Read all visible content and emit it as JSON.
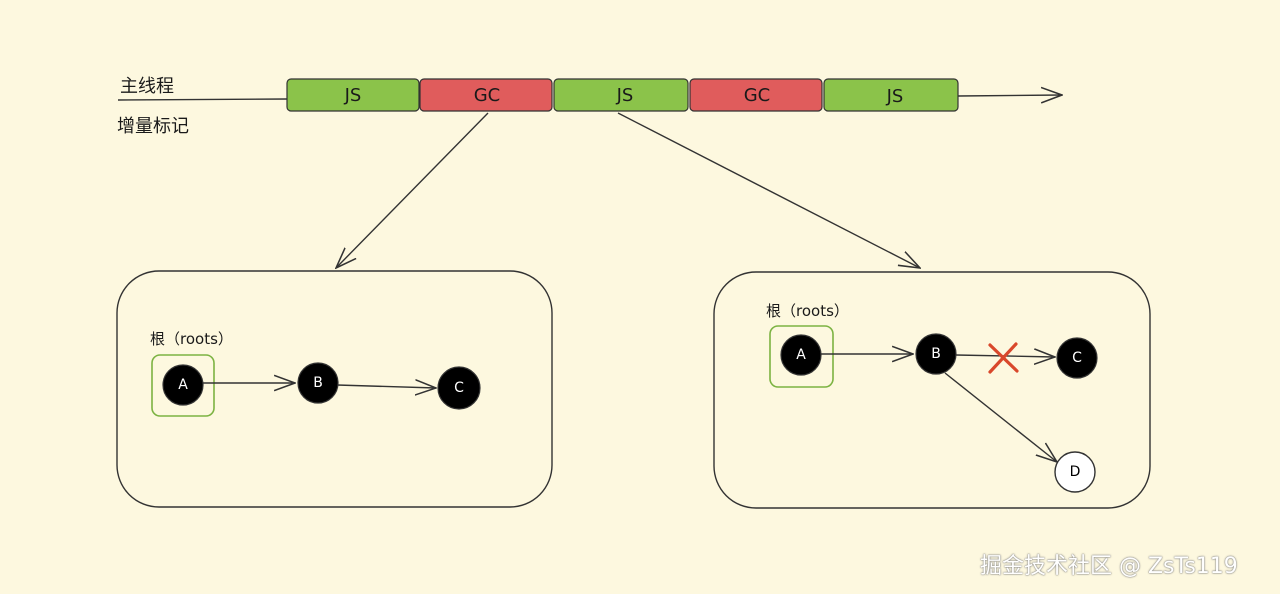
{
  "labels": {
    "main_thread": "主线程",
    "incremental_marking": "增量标记"
  },
  "timeline": [
    {
      "label": "JS",
      "type": "js"
    },
    {
      "label": "GC",
      "type": "gc"
    },
    {
      "label": "JS",
      "type": "js"
    },
    {
      "label": "GC",
      "type": "gc"
    },
    {
      "label": "JS",
      "type": "js"
    }
  ],
  "colors": {
    "background": "#fdf8df",
    "js": "#8bc34a",
    "gc": "#e05c5c",
    "root_box": "#7cb342",
    "cross": "#d9482b"
  },
  "panel_left": {
    "roots_label": "根（roots）",
    "nodes": [
      {
        "id": "A",
        "label": "A",
        "filled": true
      },
      {
        "id": "B",
        "label": "B",
        "filled": true
      },
      {
        "id": "C",
        "label": "C",
        "filled": true
      }
    ]
  },
  "panel_right": {
    "roots_label": "根（roots）",
    "nodes": [
      {
        "id": "A",
        "label": "A",
        "filled": true
      },
      {
        "id": "B",
        "label": "B",
        "filled": true
      },
      {
        "id": "C",
        "label": "C",
        "filled": true
      },
      {
        "id": "D",
        "label": "D",
        "filled": false
      }
    ],
    "removed_edge": "B→C"
  },
  "watermark": "掘金技术社区 @ ZsTs119"
}
